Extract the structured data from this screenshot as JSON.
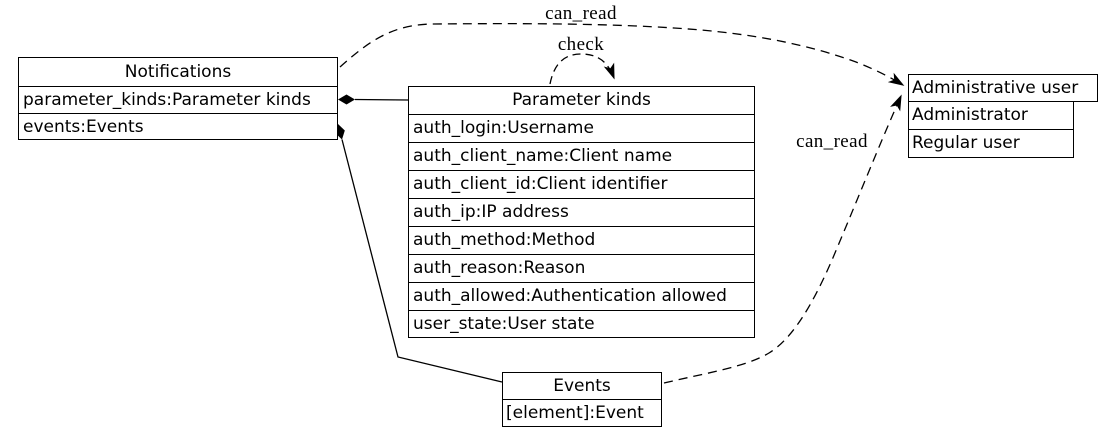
{
  "diagram": {
    "type": "uml-composition-graph",
    "colors": {
      "line": "#000000",
      "background": "#ffffff",
      "text": "#000000"
    },
    "nodes": {
      "notifications": {
        "title": "Notifications",
        "rows": [
          "parameter_kinds:Parameter kinds",
          "events:Events"
        ]
      },
      "parameter_kinds": {
        "title": "Parameter kinds",
        "rows": [
          "auth_login:Username",
          "auth_client_name:Client name",
          "auth_client_id:Client identifier",
          "auth_ip:IP address",
          "auth_method:Method",
          "auth_reason:Reason",
          "auth_allowed:Authentication allowed",
          "user_state:User state"
        ]
      },
      "administrative_user": {
        "title": "Administrative user",
        "rows": [
          "Administrator",
          "Regular user"
        ]
      },
      "events": {
        "title": "Events",
        "rows": [
          "[element]:Event"
        ]
      }
    },
    "edges": {
      "can_read_top": {
        "label": "can_read",
        "from": "Notifications",
        "to": "Administrative user",
        "style": "dashed-arrow"
      },
      "check_loop": {
        "label": "check",
        "from": "Parameter kinds",
        "to": "Parameter kinds",
        "style": "dashed-arrow"
      },
      "can_read_bottom": {
        "label": "can_read",
        "from": "Events",
        "to": "Administrative user",
        "style": "dashed-arrow"
      },
      "composition_parameter_kinds": {
        "from": "Notifications",
        "to": "Parameter kinds",
        "style": "solid-diamond"
      },
      "composition_events": {
        "from": "Notifications",
        "to": "Events",
        "style": "solid-diamond"
      }
    }
  }
}
